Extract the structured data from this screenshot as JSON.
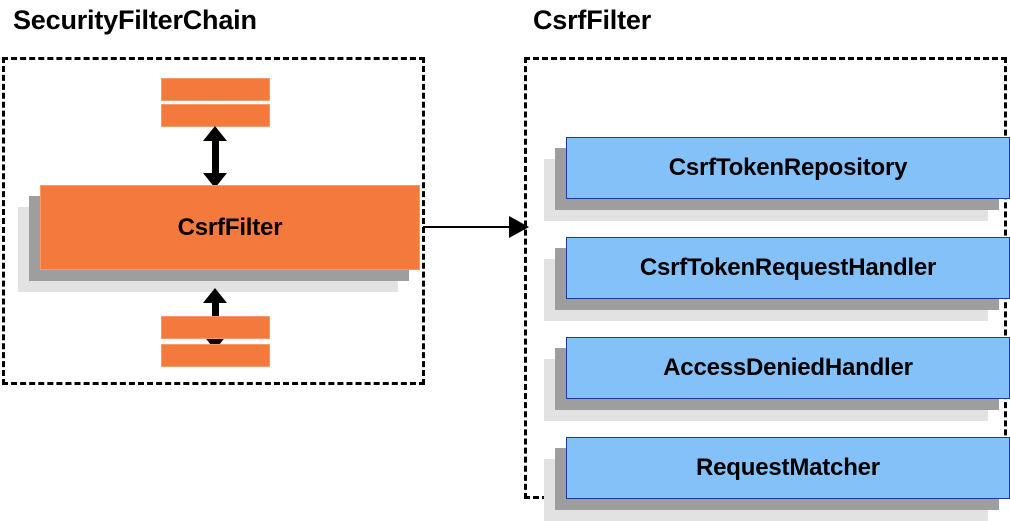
{
  "diagram": {
    "title_semantic": "spring-security-csrf-filter-architecture",
    "colors": {
      "orange_fill": "#f4793c",
      "orange_border": "#f79a6b",
      "blue_fill": "#84c1f8",
      "blue_border": "#1a3c9e",
      "shadow_mid": "#9e9e9e",
      "shadow_back": "#e2e2e2",
      "stroke": "#000000",
      "background": "#ffffff"
    }
  },
  "left_panel": {
    "title": "SecurityFilterChain",
    "highlighted_filter": "CsrfFilter",
    "filter_slots_above": [
      "",
      ""
    ],
    "filter_slots_below": [
      "",
      ""
    ],
    "arrow_above_label": "bidirectional",
    "arrow_below_label": "bidirectional"
  },
  "connector": {
    "label": "",
    "direction": "left-to-right"
  },
  "right_panel": {
    "title": "CsrfFilter",
    "collaborators": [
      {
        "label": "CsrfTokenRepository"
      },
      {
        "label": "CsrfTokenRequestHandler"
      },
      {
        "label": "AccessDeniedHandler"
      },
      {
        "label": "RequestMatcher"
      }
    ]
  }
}
